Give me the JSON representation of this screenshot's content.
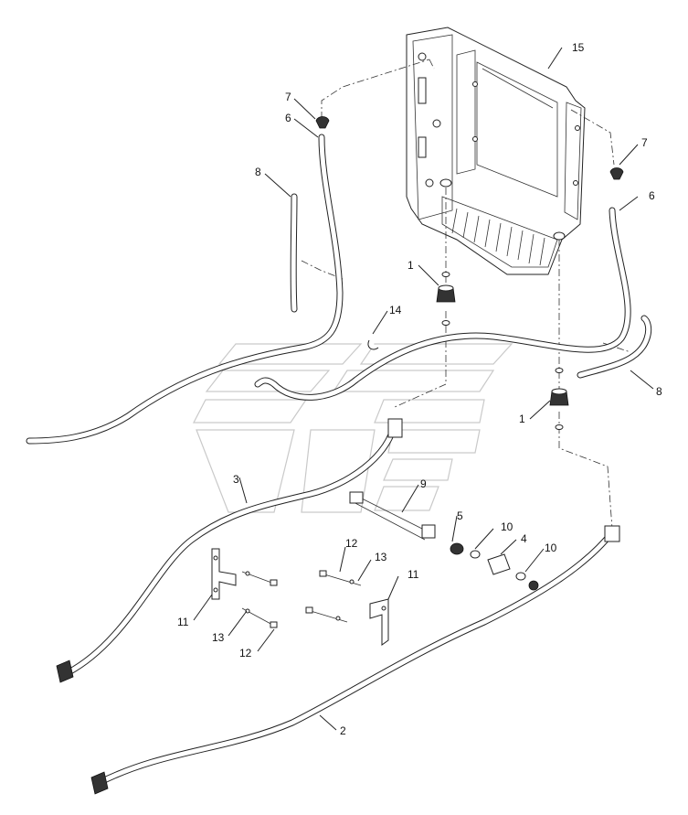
{
  "callouts": [
    {
      "id": "c15",
      "text": "15"
    },
    {
      "id": "c7a",
      "text": "7"
    },
    {
      "id": "c6a",
      "text": "6"
    },
    {
      "id": "c8a",
      "text": "8"
    },
    {
      "id": "c7b",
      "text": "7"
    },
    {
      "id": "c6b",
      "text": "6"
    },
    {
      "id": "c1a",
      "text": "1"
    },
    {
      "id": "c14",
      "text": "14"
    },
    {
      "id": "c8b",
      "text": "8"
    },
    {
      "id": "c1b",
      "text": "1"
    },
    {
      "id": "c3",
      "text": "3"
    },
    {
      "id": "c9",
      "text": "9"
    },
    {
      "id": "c5",
      "text": "5"
    },
    {
      "id": "c10a",
      "text": "10"
    },
    {
      "id": "c4",
      "text": "4"
    },
    {
      "id": "c10b",
      "text": "10"
    },
    {
      "id": "c12a",
      "text": "12"
    },
    {
      "id": "c13a",
      "text": "13"
    },
    {
      "id": "c11a",
      "text": "11"
    },
    {
      "id": "c11b",
      "text": "11"
    },
    {
      "id": "c13b",
      "text": "13"
    },
    {
      "id": "c12b",
      "text": "12"
    },
    {
      "id": "c2",
      "text": "2"
    }
  ]
}
